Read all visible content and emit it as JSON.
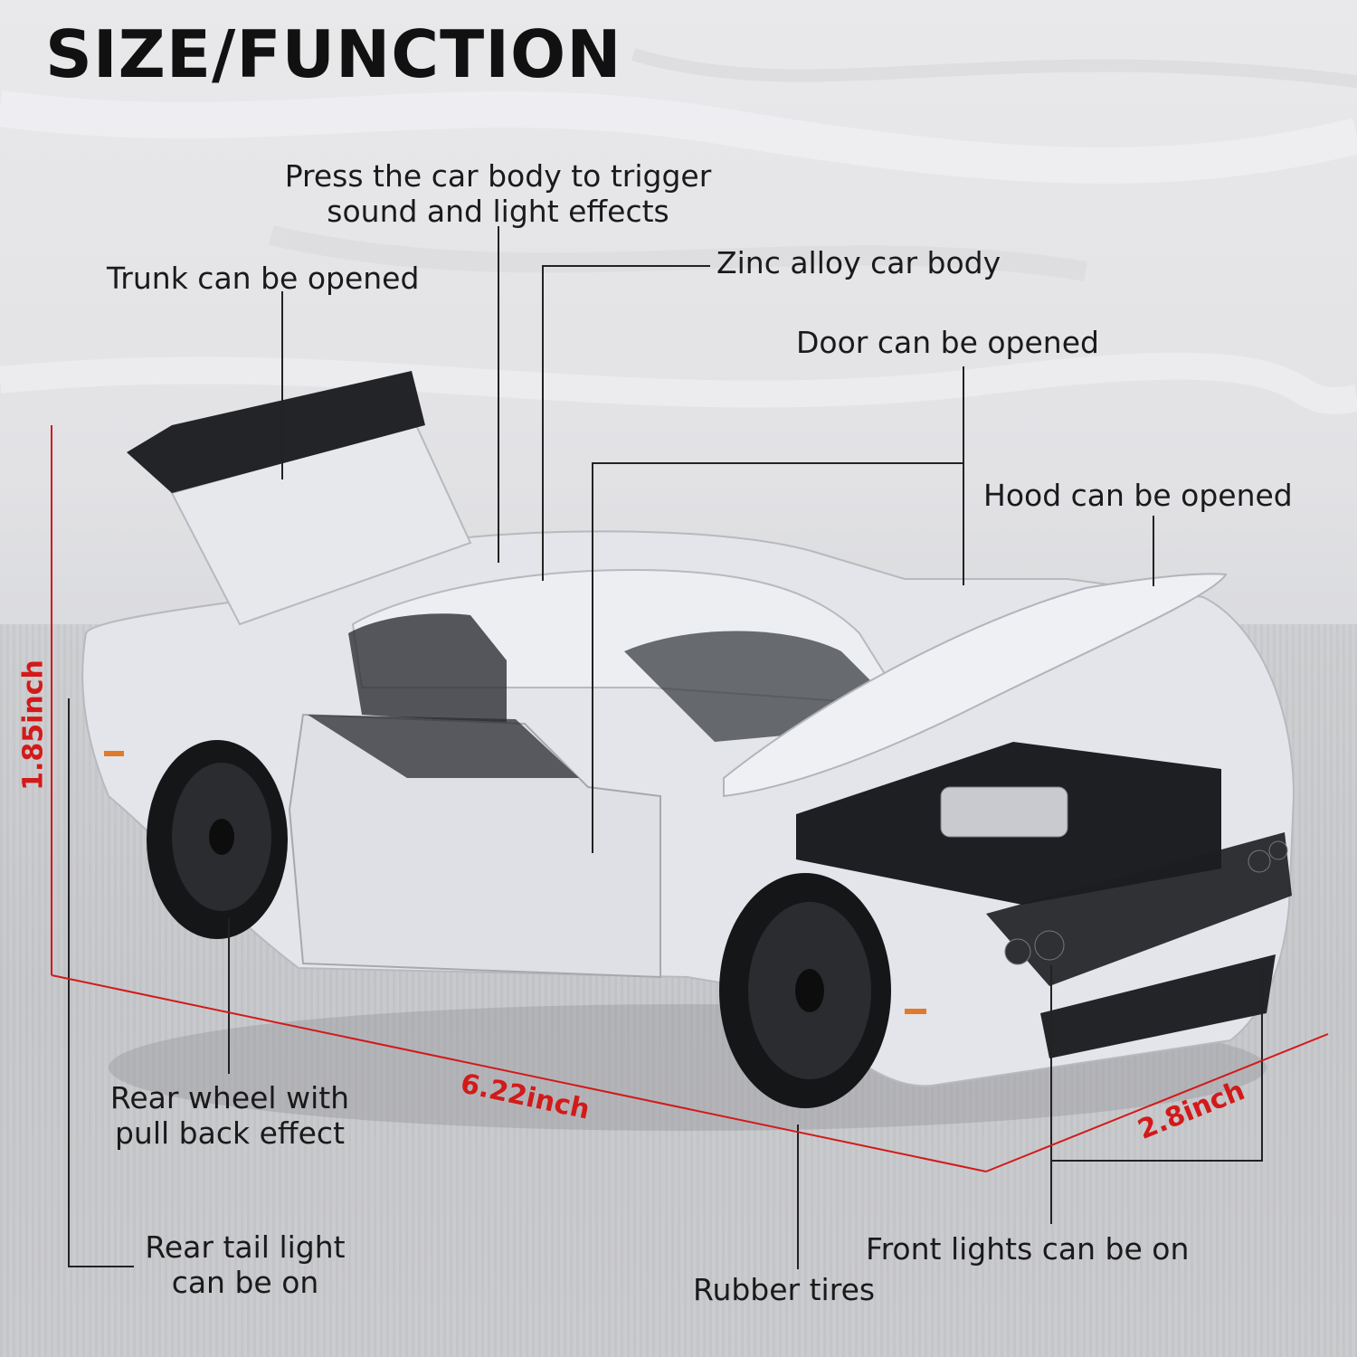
{
  "title": "SIZE/FUNCTION",
  "callouts": {
    "press_body_line1": "Press the car body to trigger",
    "press_body_line2": "sound and light effects",
    "trunk": "Trunk can be opened",
    "zinc_body": "Zinc alloy car body",
    "door": "Door can be opened",
    "hood": "Hood can be opened",
    "rear_wheel_line1": "Rear wheel with",
    "rear_wheel_line2": "pull back effect",
    "tail_light_line1": "Rear tail light",
    "tail_light_line2": "can be on",
    "front_lights": "Front lights can be on",
    "rubber_tires": "Rubber tires"
  },
  "dimensions": {
    "height": "1.85inch",
    "length": "6.22inch",
    "width": "2.8inch"
  },
  "colors": {
    "dimension_red": "#d21a1a",
    "car_body": "#e4e5ea",
    "text": "#1a1a1a"
  }
}
